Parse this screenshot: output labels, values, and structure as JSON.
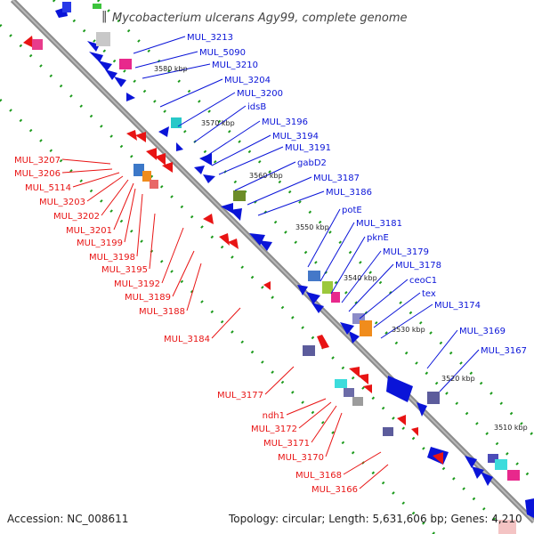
{
  "title": "Mycobacterium ulcerans Agy99, complete genome",
  "footer": {
    "accession": "Accession: NC_008611",
    "topology": "Topology: circular; Length: 5,631,606 bp; Genes: 4,210"
  },
  "colors": {
    "forward": "#0a14d8",
    "reverse": "#e81414",
    "backbone": "#8c8c8c",
    "tick": "#1c9a1c"
  },
  "kbp_marks": [
    "3580 kbp",
    "3570 kbp",
    "3560 kbp",
    "3550 kbp",
    "3540 kbp",
    "3530 kbp",
    "3520 kbp",
    "3510 kbp"
  ],
  "forward_labels": [
    "MUL_3213",
    "MUL_5090",
    "MUL_3210",
    "MUL_3204",
    "MUL_3200",
    "idsB",
    "MUL_3196",
    "MUL_3194",
    "MUL_3191",
    "gabD2",
    "MUL_3187",
    "MUL_3186",
    "potE",
    "MUL_3181",
    "pknE",
    "MUL_3179",
    "MUL_3178",
    "ceoC1",
    "tex",
    "MUL_3174",
    "MUL_3169",
    "MUL_3167"
  ],
  "reverse_labels": [
    "MUL_3207",
    "MUL_3206",
    "MUL_5114",
    "MUL_3203",
    "MUL_3202",
    "MUL_3201",
    "MUL_3199",
    "MUL_3198",
    "MUL_3195",
    "MUL_3192",
    "MUL_3189",
    "MUL_3188",
    "MUL_3184",
    "MUL_3177",
    "ndh1",
    "MUL_3172",
    "MUL_3171",
    "MUL_3170",
    "MUL_3168",
    "MUL_3166"
  ]
}
